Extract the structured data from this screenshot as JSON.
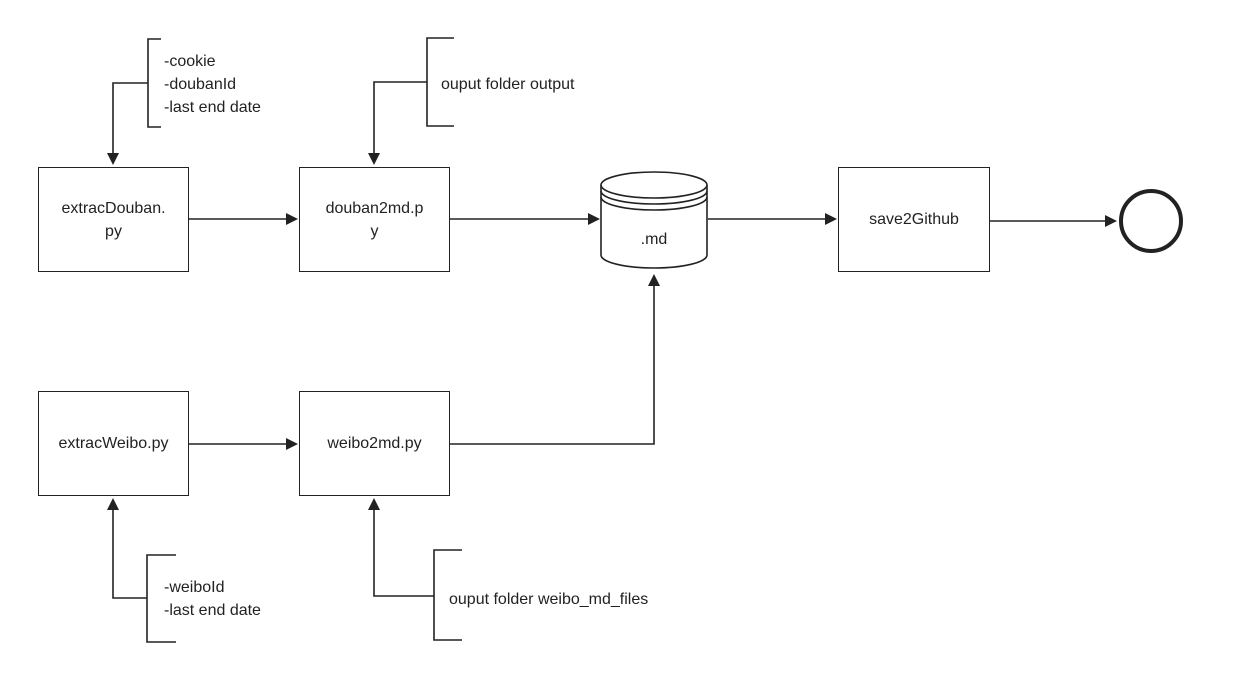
{
  "nodes": {
    "extrac_douban": "extracDouban.py",
    "douban2md": "douban2md.py",
    "md_store": ".md",
    "save2github": "save2Github",
    "extrac_weibo": "extracWeibo.py",
    "weibo2md": "weibo2md.py"
  },
  "notes": {
    "douban_params": [
      "-cookie",
      "-doubanId",
      "-last end date"
    ],
    "douban_output": "ouput folder output",
    "weibo_params": [
      "-weiboId",
      "-last end date"
    ],
    "weibo_output": "ouput folder weibo_md_files"
  }
}
